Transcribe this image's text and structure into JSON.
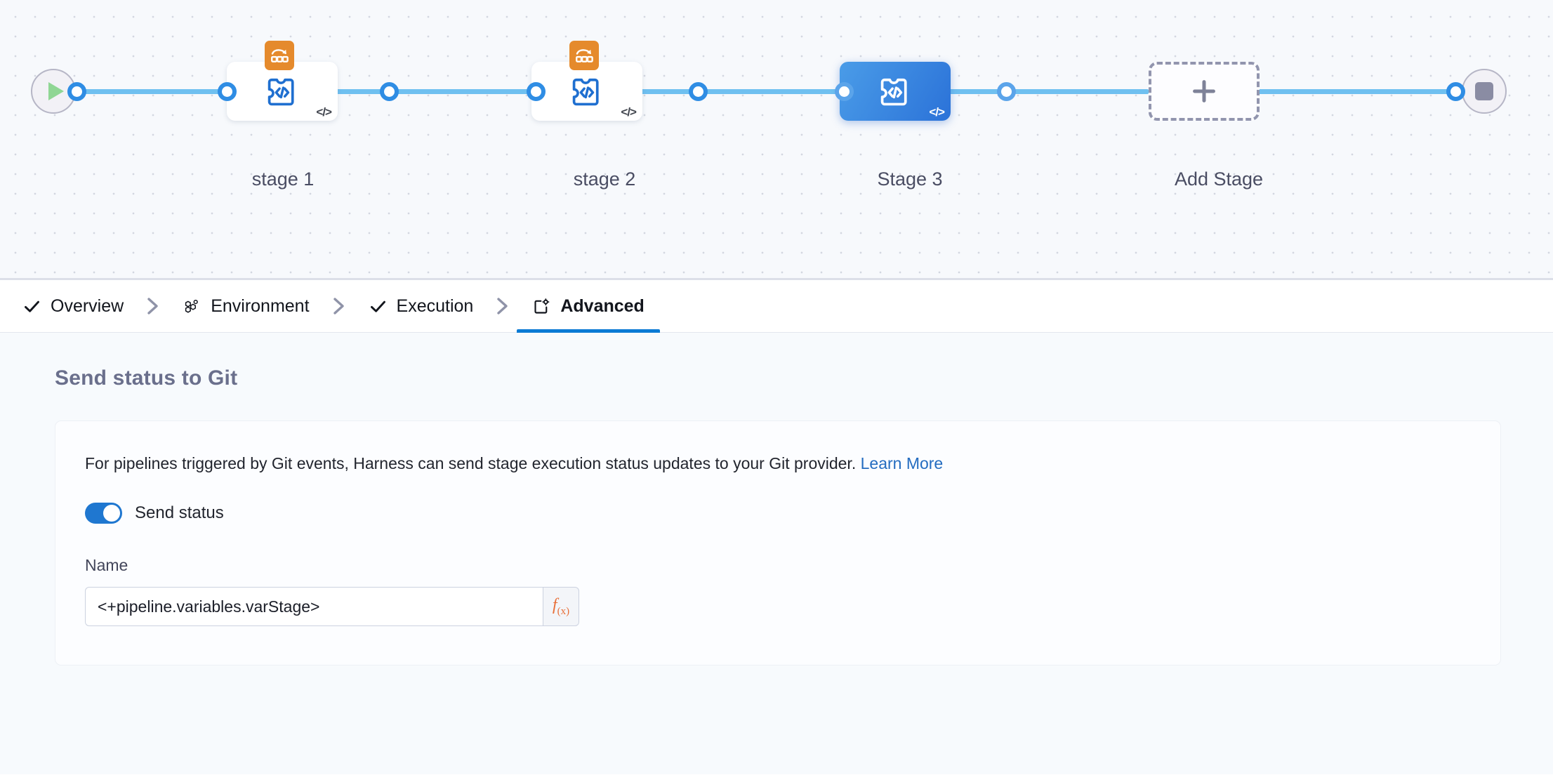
{
  "canvas": {
    "start_node": {
      "icon": "play-icon",
      "name": "pipeline-start"
    },
    "end_node": {
      "icon": "stop-icon",
      "name": "pipeline-end"
    },
    "code_badge": "</>",
    "stages": [
      {
        "label": "stage 1",
        "selected": false,
        "has_conditional_badge": true,
        "icon": "custom-stage-icon"
      },
      {
        "label": "stage 2",
        "selected": false,
        "has_conditional_badge": true,
        "icon": "custom-stage-icon"
      },
      {
        "label": "Stage 3",
        "selected": true,
        "has_conditional_badge": false,
        "icon": "custom-stage-icon"
      }
    ],
    "add_stage": {
      "label": "Add Stage",
      "icon": "plus-icon"
    }
  },
  "tabs": [
    {
      "label": "Overview",
      "icon": "check-icon",
      "active": false
    },
    {
      "label": "Environment",
      "icon": "hexagons-icon",
      "active": false
    },
    {
      "label": "Execution",
      "icon": "check-icon",
      "active": false
    },
    {
      "label": "Advanced",
      "icon": "gear-card-icon",
      "active": true
    }
  ],
  "content": {
    "section_title": "Send status to Git",
    "description": "For pipelines triggered by Git events, Harness can send stage execution status updates to your Git provider.",
    "learn_more": "Learn More",
    "toggle": {
      "label": "Send status",
      "enabled": true
    },
    "name_field": {
      "label": "Name",
      "value": "<+pipeline.variables.varStage>",
      "placeholder": "",
      "expression_button": "f(x)"
    }
  },
  "colors": {
    "accent_blue": "#0b7ad4",
    "link_blue": "#246cc0",
    "connector_blue": "#6fc0f0",
    "selected_stage_blue": "#2b72d8",
    "conditional_orange": "#e58a2c",
    "expression_orange": "#e8703a",
    "canvas_bg": "#f7f9fc",
    "content_bg": "#f7fafd"
  }
}
